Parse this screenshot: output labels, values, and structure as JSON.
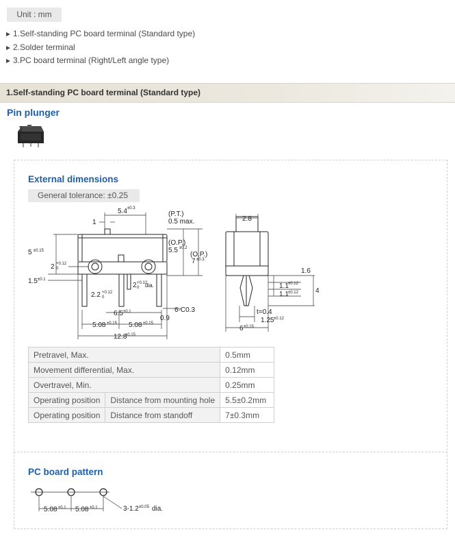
{
  "unit_label": "Unit : mm",
  "links": [
    "1.Self-standing PC board terminal (Standard type)",
    "2.Solder terminal",
    "3.PC board terminal (Right/Left angle type)"
  ],
  "section_title": "1.Self-standing PC board terminal (Standard type)",
  "actuator_title": "Pin plunger",
  "external_dimensions": {
    "title": "External dimensions",
    "tolerance": "General tolerance: ±0.25"
  },
  "drawing_labels": {
    "front": {
      "dim_1": "1",
      "dim_54": "5.4",
      "tol_54": "±0.3",
      "pt": "(P.T.)",
      "pt_val": "0.5 max.",
      "op1": "(O.P.)",
      "op1_val": "5.5",
      "op1_tol": "±0.2",
      "op2": "(O.P.)",
      "op2_val": "7",
      "op2_tol": "±0.3",
      "dim_5": "5",
      "tol_5": "±0.15",
      "dim_2": "2",
      "tol_2a": "+0.12",
      "tol_2b": "0",
      "dim_15": "1.5",
      "tol_15": "±0.1",
      "dim_22": "2.2",
      "tol_22a": "+0.12",
      "tol_22b": "0",
      "dim_dia": "2",
      "tol_dia": "+0.12",
      "tol_dia0": "0",
      "dia_suffix": "dia.",
      "dim_65": "6.5",
      "tol_65": "±0.1",
      "chamfer": "6-C0.3",
      "dim_09": "0.9",
      "dim_508a": "5.08",
      "tol_508a": "±0.15",
      "dim_508b": "5.08",
      "tol_508b": "±0.15",
      "dim_128": "12.8",
      "tol_128": "±0.15"
    },
    "side": {
      "dim_28": "2.8",
      "dim_16": "1.6",
      "dim_11a": "1.1",
      "tol_11a": "±0.12",
      "dim_11b": "1.1",
      "tol_11b": "±0.12",
      "dim_4": "4",
      "dim_t": "t=0.4",
      "dim_125": "1.25",
      "tol_125": "±0.12",
      "dim_6": "6",
      "tol_6": "±0.15"
    }
  },
  "spec_table": [
    {
      "label": "Pretravel, Max.",
      "sub": "",
      "value": "0.5mm"
    },
    {
      "label": "Movement differential, Max.",
      "sub": "",
      "value": "0.12mm"
    },
    {
      "label": "Overtravel, Min.",
      "sub": "",
      "value": "0.25mm"
    },
    {
      "label": "Operating position",
      "sub": "Distance from mounting hole",
      "value": "5.5±0.2mm"
    },
    {
      "label": "Operating position",
      "sub": "Distance from standoff",
      "value": "7±0.3mm"
    }
  ],
  "pc_board": {
    "title": "PC board pattern",
    "dim_a": "5.08",
    "tol_a": "±0.1",
    "dim_b": "5.08",
    "tol_b": "±0.1",
    "hole": "3-1.2",
    "hole_tol": "±0.05",
    "hole_suffix": "dia."
  }
}
